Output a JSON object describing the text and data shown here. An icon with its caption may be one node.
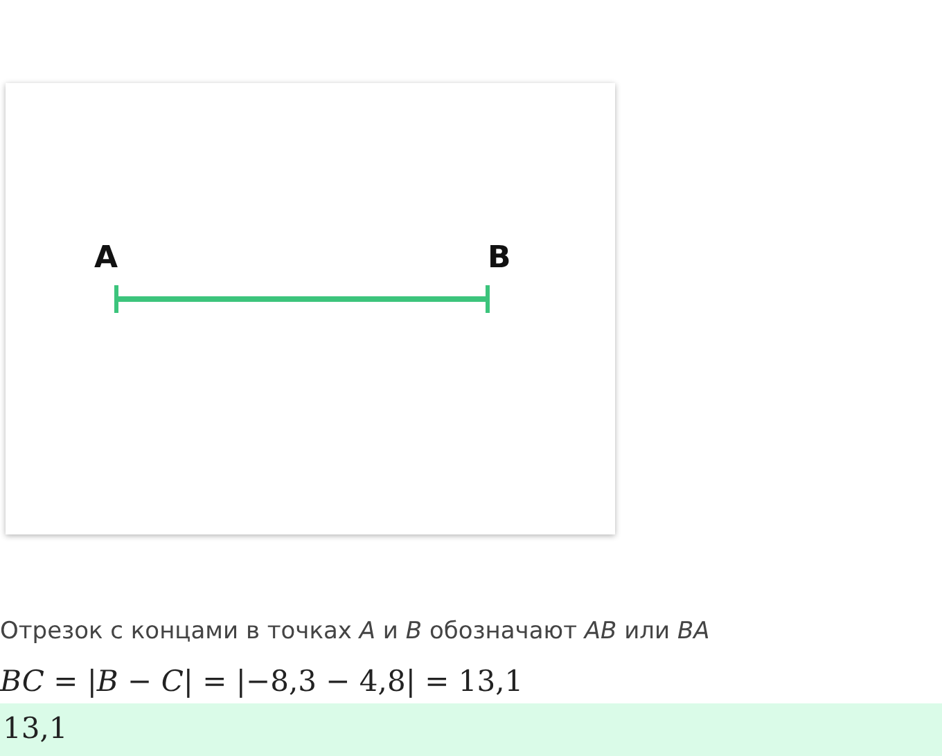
{
  "diagram": {
    "nodes": [
      {
        "text": [
          "A"
        ]
      },
      {
        "text": [
          "B"
        ]
      }
    ],
    "edges": [
      {
        "from": 0,
        "to": 1,
        "arrow": "other",
        "color": "#3cc47c"
      }
    ],
    "labels": [
      "Отрезок с концами в точках *A* и *B* обозначают *AB* или *BA*",
      "*BC* = |*B* − *C*| = |−8,3 − 4,8| = 13,1",
      "13,1"
    ]
  }
}
